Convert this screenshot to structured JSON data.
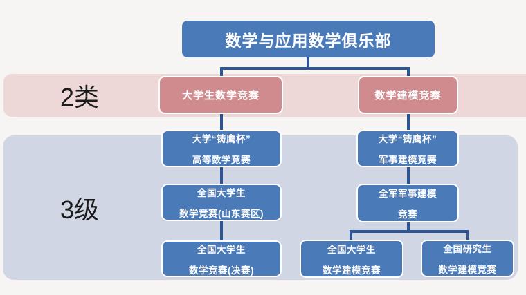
{
  "colors": {
    "background": "#f7f5f3",
    "node_blue": "#4b7ab9",
    "node_pink": "#d08b8f",
    "band_pink": "#eed8d7",
    "band_blue": "#d0d6e4",
    "connector": "#2e5593",
    "node_text": "#ffffff",
    "band_label_text": "#1c1c1c"
  },
  "root": {
    "label": "数学与应用数学俱乐部"
  },
  "bands": {
    "categories": {
      "label": "2类"
    },
    "levels": {
      "label": "3级"
    }
  },
  "categories": {
    "left": {
      "label": "大学生数学竞赛"
    },
    "right": {
      "label": "数学建模竞赛"
    }
  },
  "levels": {
    "left": [
      {
        "line1": "大学“铸鹰杯”",
        "line2": "高等数学竞赛"
      },
      {
        "line1": "全国大学生",
        "line2": "数学竞赛(山东赛区)"
      },
      {
        "line1": "全国大学生",
        "line2": "数学竞赛(决赛)"
      }
    ],
    "right": [
      {
        "line1": "大学“铸鹰杯”",
        "line2": "军事建模竞赛"
      },
      {
        "line1": "全军军事建模",
        "line2": "竞赛"
      }
    ],
    "bottom": [
      {
        "line1": "全国大学生",
        "line2": "数学建模竞赛"
      },
      {
        "line1": "全国研究生",
        "line2": "数学建模竞赛"
      }
    ]
  }
}
